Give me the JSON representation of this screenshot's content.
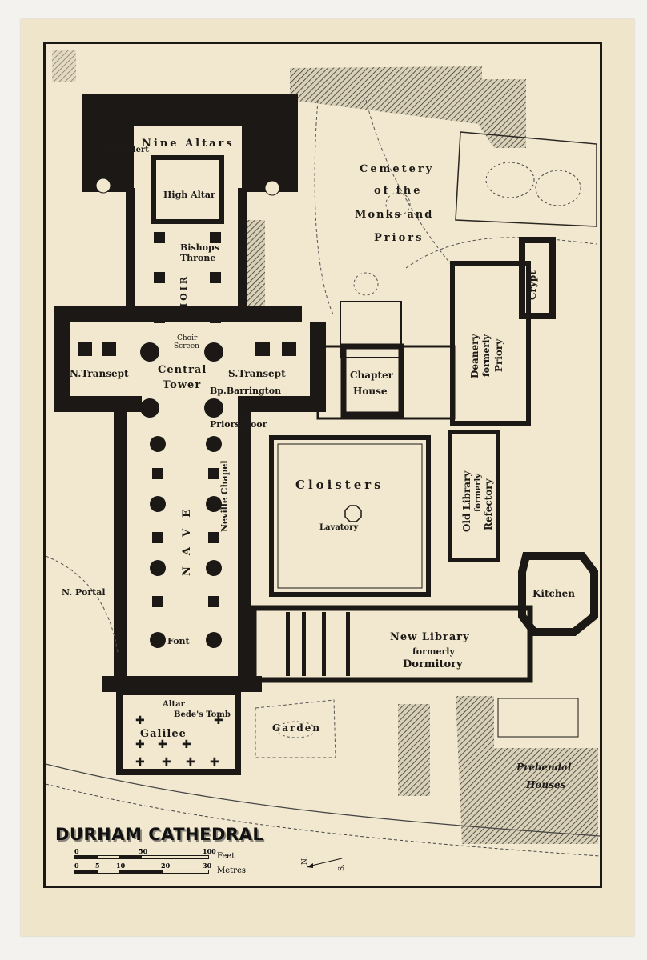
{
  "map": {
    "title": "DURHAM CATHEDRAL",
    "colors": {
      "paper": "#efe5cb",
      "ink": "#1b1815",
      "background": "#f3f2ee"
    },
    "labels": {
      "nine_altars": "Nine Altars",
      "bp_mildert": "Bp.Mildert",
      "high_altar": "High Altar",
      "bishops_throne_1": "Bishops",
      "bishops_throne_2": "Throne",
      "choir": "CHOIR",
      "choir_screen_1": "Choir",
      "choir_screen_2": "Screen",
      "n_transept": "N.Transept",
      "central_tower_1": "Central",
      "central_tower_2": "Tower",
      "s_transept": "S.Transept",
      "bp_barrington": "Bp.Barrington",
      "priors_door": "Priors Door",
      "nave": "NAVE",
      "neville_chapel": "Neville Chapel",
      "n_portal": "N. Portal",
      "font": "Font",
      "altar": "Altar",
      "bedes_tomb": "Bede's Tomb",
      "galilee": "Galilee",
      "cemetery_1": "Cemetery",
      "cemetery_2": "of the",
      "cemetery_3": "Monks and",
      "cemetery_4": "Priors",
      "crypt": "Crypt",
      "deanery_1": "Deanery",
      "deanery_2": "formerly",
      "deanery_3": "Priory",
      "chapter_house_1": "Chapter",
      "chapter_house_2": "House",
      "cloisters": "Cloisters",
      "lavatory": "Lavatory",
      "old_library_1": "Old Library",
      "old_library_2": "formerly",
      "old_library_3": "Refectory",
      "kitchen": "Kitchen",
      "new_library_1": "New Library",
      "new_library_2": "formerly",
      "new_library_3": "Dormitory",
      "garden": "Garden",
      "prebendal_1": "Prebendal",
      "prebendal_2": "Houses"
    },
    "scale": {
      "feet_label": "Feet",
      "feet_ticks": [
        "0",
        "50",
        "100"
      ],
      "metres_label": "Metres",
      "metres_ticks": [
        "0",
        "5",
        "10",
        "20",
        "30"
      ]
    },
    "compass": {
      "north": "N.",
      "south": "S."
    }
  }
}
